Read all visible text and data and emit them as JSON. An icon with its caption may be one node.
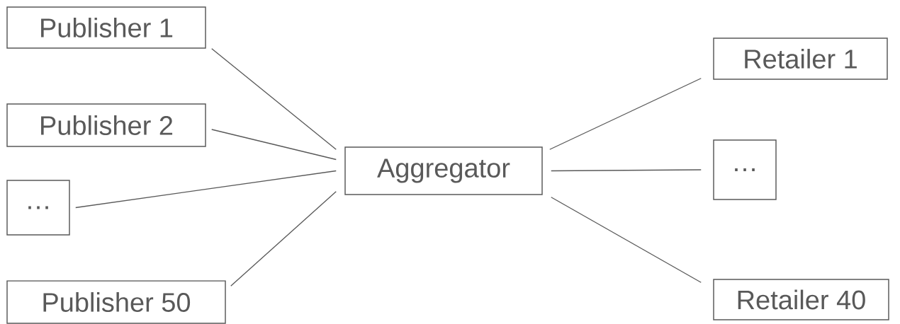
{
  "diagram": {
    "nodes": [
      {
        "text": [
          "Publisher 1"
        ]
      },
      {
        "text": [
          "Publisher 2"
        ]
      },
      {
        "text": [
          "…"
        ]
      },
      {
        "text": [
          "Publisher 50"
        ]
      },
      {
        "text": [
          "Aggregator"
        ]
      },
      {
        "text": [
          "Retailer 1"
        ]
      },
      {
        "text": [
          "…"
        ]
      },
      {
        "text": [
          "Retailer 40"
        ]
      }
    ],
    "edges": [
      {
        "from": 0,
        "to": 4,
        "arrow": "none"
      },
      {
        "from": 1,
        "to": 4,
        "arrow": "none"
      },
      {
        "from": 2,
        "to": 4,
        "arrow": "none"
      },
      {
        "from": 3,
        "to": 4,
        "arrow": "none"
      },
      {
        "from": 4,
        "to": 5,
        "arrow": "none"
      },
      {
        "from": 4,
        "to": 6,
        "arrow": "none"
      },
      {
        "from": 4,
        "to": 7,
        "arrow": "none"
      }
    ]
  }
}
